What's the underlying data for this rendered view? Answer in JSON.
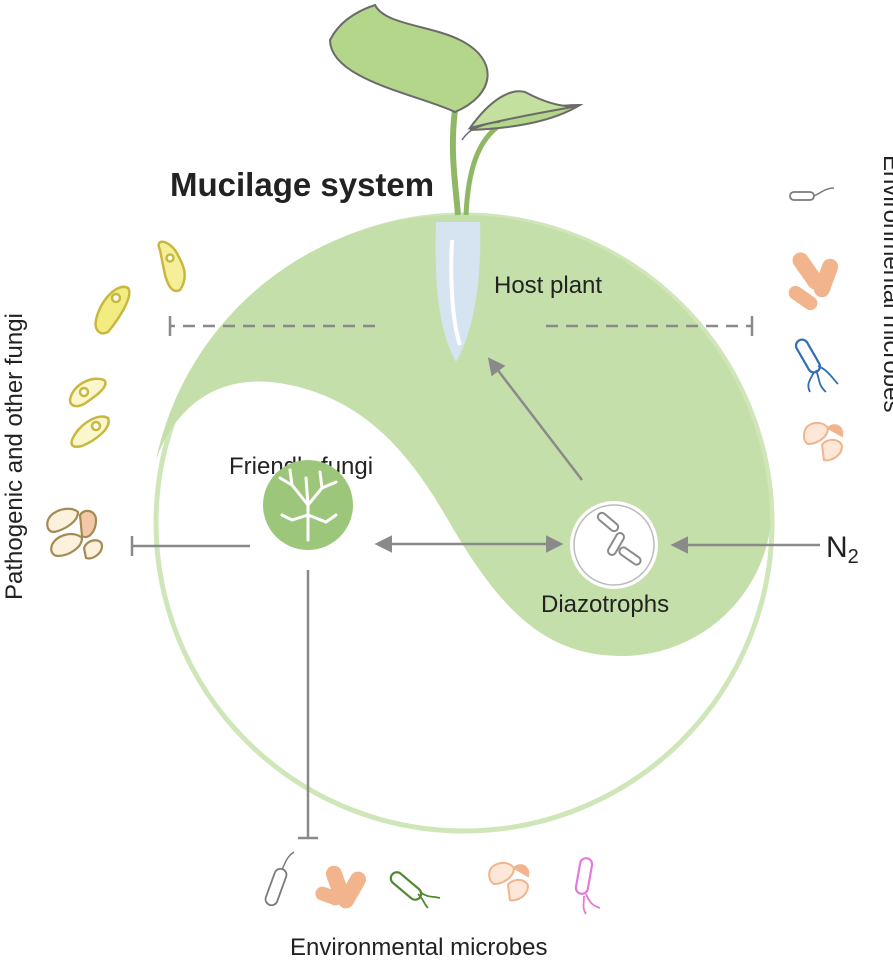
{
  "title": "Mucilage system",
  "labels": {
    "host_plant": "Host plant",
    "friendly_fungi": "Friendly fungi",
    "diazotrophs": "Diazotrophs",
    "nitrogen_main": "N",
    "nitrogen_sub": "2",
    "pathogenic_fungi": "Pathogenic and other fungi",
    "env_microbes_right": "Environmental microbes",
    "env_microbes_bottom": "Environmental microbes"
  },
  "colors": {
    "mucilage_green": "#c5dfaa",
    "ring_green": "#cfe6b8",
    "leaf_green": "#b3d68a",
    "leaf_stroke": "#6b6b6b",
    "root_blue": "#d6e3f1",
    "arrow_gray": "#8a8a8a",
    "dashed_gray": "#8a8a8a",
    "fungi_yellow": "#f6ef9a",
    "microbe_orange": "#f2b48c",
    "microbe_blue": "#2f6fb5",
    "microbe_green": "#4f8a2f",
    "microbe_pink": "#e27ad8",
    "microbe_gray": "#7a7a7a"
  },
  "icons": [
    "seedling-icon",
    "root-icon",
    "mycelium-icon",
    "bacteria-cell-icon",
    "fungal-spore-icon",
    "rod-bacterium-icon",
    "flagellated-bacterium-icon"
  ]
}
